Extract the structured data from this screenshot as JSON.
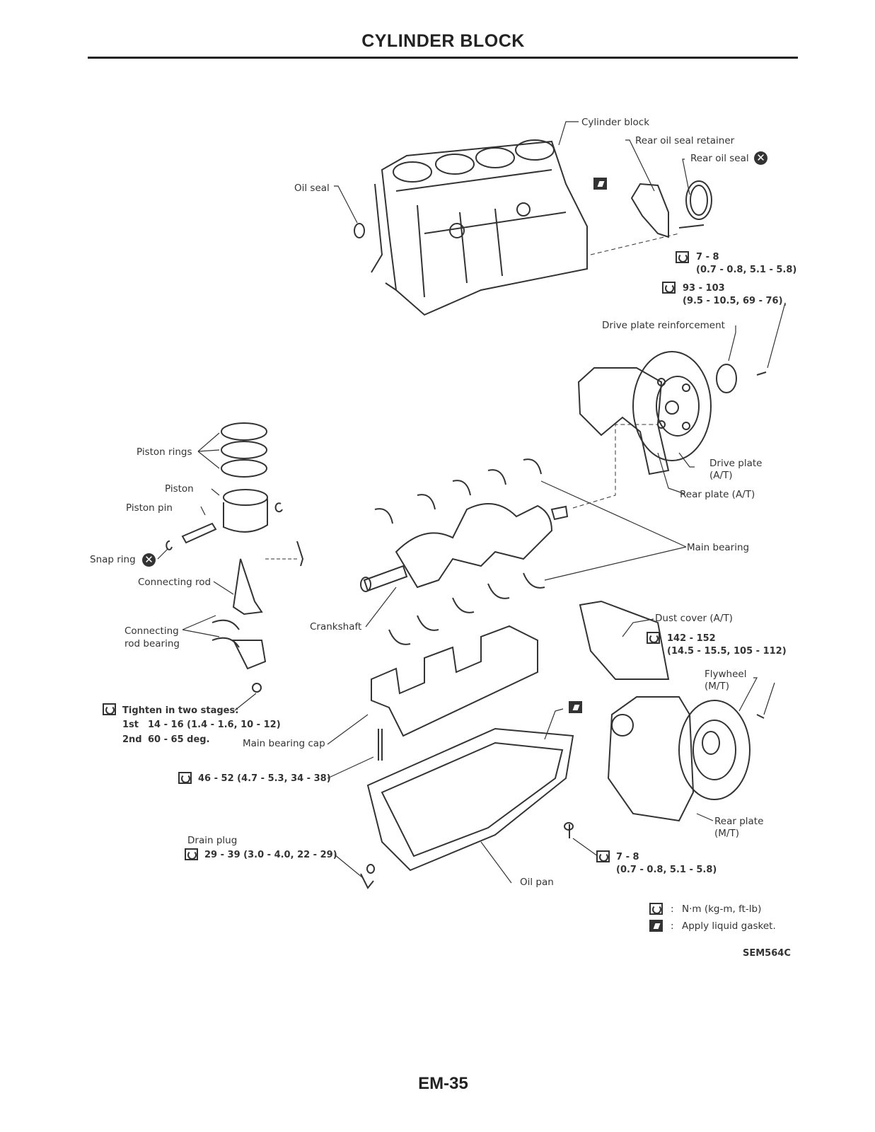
{
  "header": {
    "title": "CYLINDER BLOCK"
  },
  "labels": {
    "cylinder_block": "Cylinder block",
    "rear_oil_seal_retainer": "Rear oil seal retainer",
    "rear_oil_seal": "Rear oil seal",
    "oil_seal": "Oil seal",
    "drive_plate_reinforcement": "Drive plate reinforcement",
    "piston_rings": "Piston rings",
    "piston": "Piston",
    "piston_pin": "Piston pin",
    "snap_ring": "Snap ring",
    "connecting_rod": "Connecting rod",
    "connecting_rod_bearing_1": "Connecting",
    "connecting_rod_bearing_2": "rod bearing",
    "crankshaft": "Crankshaft",
    "drive_plate_1": "Drive plate",
    "drive_plate_2": "(A/T)",
    "rear_plate_at": "Rear plate (A/T)",
    "main_bearing": "Main bearing",
    "dust_cover": "Dust cover (A/T)",
    "flywheel_1": "Flywheel",
    "flywheel_2": "(M/T)",
    "main_bearing_cap": "Main bearing cap",
    "drain_plug": "Drain plug",
    "oil_pan": "Oil pan",
    "rear_plate_mt_1": "Rear plate",
    "rear_plate_mt_2": "(M/T)"
  },
  "specs": {
    "retainer_bolt_1": "7 - 8",
    "retainer_bolt_2": "(0.7 - 0.8, 5.1 - 5.8)",
    "drive_plate_bolt_1": "93 - 103",
    "drive_plate_bolt_2": "(9.5 - 10.5, 69 - 76)",
    "flywheel_bolt_1": "142 - 152",
    "flywheel_bolt_2": "(14.5 - 15.5, 105 - 112)",
    "rod_tighten": "Tighten in two stages:",
    "rod_stage1_label": "1st",
    "rod_stage1": "14 - 16 (1.4 - 1.6, 10 - 12)",
    "rod_stage2_label": "2nd",
    "rod_stage2": "60 - 65 deg.",
    "cap_bolt": "46 - 52 (4.7 - 5.3, 34 - 38)",
    "drain_plug": "29 - 39 (3.0 - 4.0, 22 - 29)",
    "pan_bolt_1": "7 - 8",
    "pan_bolt_2": "(0.7 - 0.8, 5.1 - 5.8)"
  },
  "legend": {
    "torque": "N·m (kg-m, ft-lb)",
    "gasket": "Apply liquid gasket.",
    "colon": ":"
  },
  "figure_code": "SEM564C",
  "page_number": "EM-35"
}
